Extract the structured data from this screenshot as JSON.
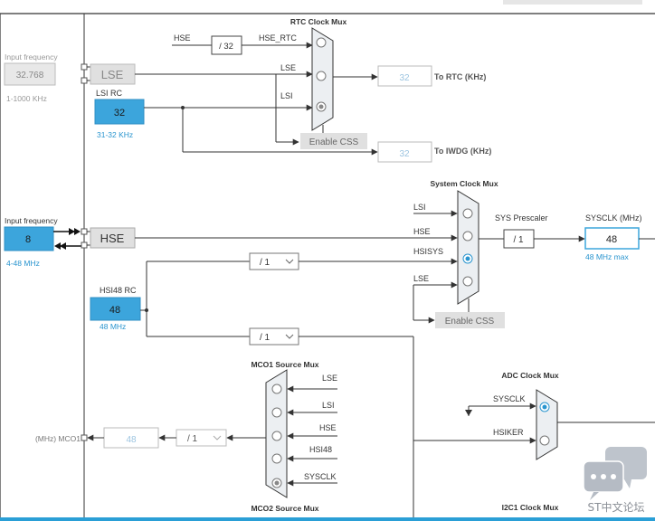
{
  "rtc": {
    "mux_title": "RTC Clock Mux",
    "hse_label": "HSE",
    "hse_div": "/ 32",
    "hse_rtc_label": "HSE_RTC",
    "lse_line_label": "LSE",
    "lsi_line_label": "LSI",
    "out_value": "32",
    "out_label": "To RTC (KHz)",
    "enable_css": "Enable CSS",
    "iwdg_value": "32",
    "iwdg_label": "To IWDG (KHz)"
  },
  "lse": {
    "input_freq_label": "Input frequency",
    "input_freq_value": "32.768",
    "range": "1-1000 KHz",
    "block_label": "LSE"
  },
  "lsi": {
    "title": "LSI RC",
    "value": "32",
    "range": "31-32 KHz"
  },
  "hse": {
    "input_freq_label": "Input frequency",
    "input_freq_value": "8",
    "range": "4-48 MHz",
    "block_label": "HSE"
  },
  "hsi48": {
    "title": "HSI48 RC",
    "value": "48",
    "unit": "48 MHz"
  },
  "dividers": {
    "hsisys_div": "/ 1",
    "hsi48_div": "/ 1"
  },
  "sysmux": {
    "title": "System Clock Mux",
    "inputs": [
      "LSI",
      "HSE",
      "HSISYS",
      "LSE"
    ],
    "selected": "HSISYS",
    "enable_css": "Enable CSS"
  },
  "sys_prescaler": {
    "title": "SYS Prescaler",
    "value": "/ 1"
  },
  "sysclk": {
    "title": "SYSCLK (MHz)",
    "value": "48",
    "max": "48 MHz max"
  },
  "mco1": {
    "mux_title": "MCO1 Source Mux",
    "inputs": [
      "LSE",
      "LSI",
      "HSE",
      "HSI48",
      "SYSCLK"
    ],
    "selected": "SYSCLK",
    "div": "/ 1",
    "out_value": "48",
    "out_label": "(MHz) MCO1"
  },
  "mco2": {
    "mux_title": "MCO2 Source Mux"
  },
  "adc": {
    "mux_title": "ADC Clock Mux",
    "inputs": [
      "SYSCLK",
      "HSIKER"
    ],
    "selected": "SYSCLK"
  },
  "i2c1": {
    "mux_title": "I2C1 Clock Mux"
  },
  "watermark": {
    "text": "ST中文论坛"
  },
  "colors": {
    "accent_blue": "#3ca5dc",
    "label_blue": "#2a95cf",
    "wire": "#333333",
    "mux_fill": "#eceff2",
    "grey_box": "#e0e0e0",
    "bottom_bar": "#2a9fd6"
  }
}
